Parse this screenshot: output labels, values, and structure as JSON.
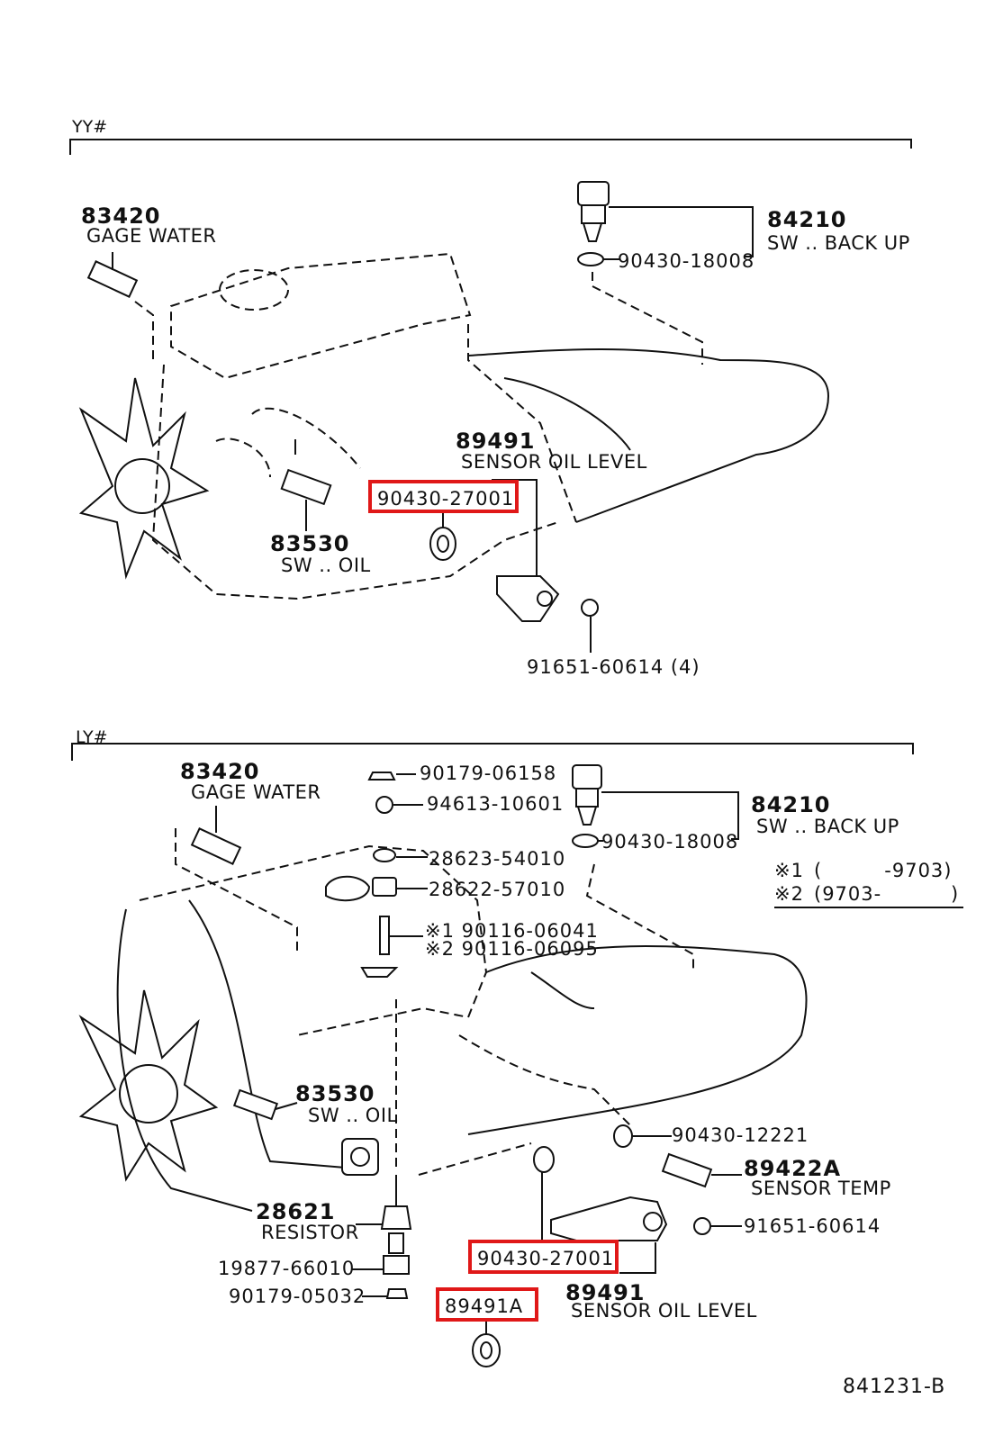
{
  "document_code": "841231-B",
  "sections": [
    {
      "name": "YY#",
      "parts": [
        {
          "number": "83420",
          "name": "GAGE WATER"
        },
        {
          "number": "84210",
          "name": "SW .. BACK UP"
        },
        {
          "number": "90430-18008"
        },
        {
          "number": "89491",
          "name": "SENSOR OIL LEVEL"
        },
        {
          "number": "90430-27001",
          "highlighted": true
        },
        {
          "number": "83530",
          "name": "SW .. OIL"
        },
        {
          "number": "91651-60614 (4)"
        }
      ]
    },
    {
      "name": "LY#",
      "parts": [
        {
          "number": "83420",
          "name": "GAGE WATER"
        },
        {
          "number": "90179-06158"
        },
        {
          "number": "94613-10601"
        },
        {
          "number": "84210",
          "name": "SW .. BACK UP"
        },
        {
          "number": "90430-18008"
        },
        {
          "number": "28623-54010"
        },
        {
          "number": "28622-57010"
        },
        {
          "number": "※1 90116-06041"
        },
        {
          "number": "※2 90116-06095"
        },
        {
          "number": "83530",
          "name": "SW .. OIL"
        },
        {
          "number": "90430-12221"
        },
        {
          "number": "89422A",
          "name": "SENSOR TEMP"
        },
        {
          "number": "91651-60614"
        },
        {
          "number": "28621",
          "name": "RESISTOR"
        },
        {
          "number": "19877-66010"
        },
        {
          "number": "90179-05032"
        },
        {
          "number": "90430-27001",
          "highlighted": true
        },
        {
          "number": "89491",
          "name": "SENSOR OIL LEVEL"
        },
        {
          "number": "89491A",
          "highlighted": true
        }
      ],
      "notes": [
        {
          "mark": "※1",
          "range": "(         -9703)"
        },
        {
          "mark": "※2",
          "range": "(9703-          )"
        }
      ]
    }
  ],
  "colors": {
    "highlight": "#e01818",
    "ink": "#111111"
  },
  "icons": [
    "fan-icon",
    "engine-outline-icon",
    "bolt-icon",
    "washer-icon",
    "switch-icon",
    "sensor-icon"
  ]
}
